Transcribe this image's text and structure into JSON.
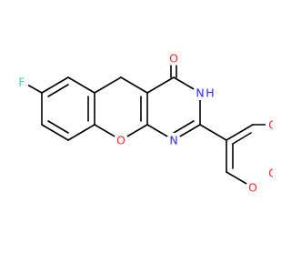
{
  "atoms": {
    "F": {
      "text": "F",
      "color": "#38d7a6"
    },
    "O_carbonyl": {
      "text": "O",
      "color": "#ff2a2a"
    },
    "NH": {
      "text": "N",
      "color": "#2b2bff"
    },
    "H": {
      "text": "H",
      "color": "#2b2bff"
    },
    "N_ring": {
      "text": "N",
      "color": "#2b2bff"
    },
    "O_pyran": {
      "text": "O",
      "color": "#ff2a2a"
    },
    "O_meo_top": {
      "text": "O",
      "color": "#ff2a2a"
    },
    "O_meo_mid": {
      "text": "O",
      "color": "#ff2a2a"
    },
    "O_meo_bottom": {
      "text": "O",
      "color": "#ff2a2a"
    }
  }
}
